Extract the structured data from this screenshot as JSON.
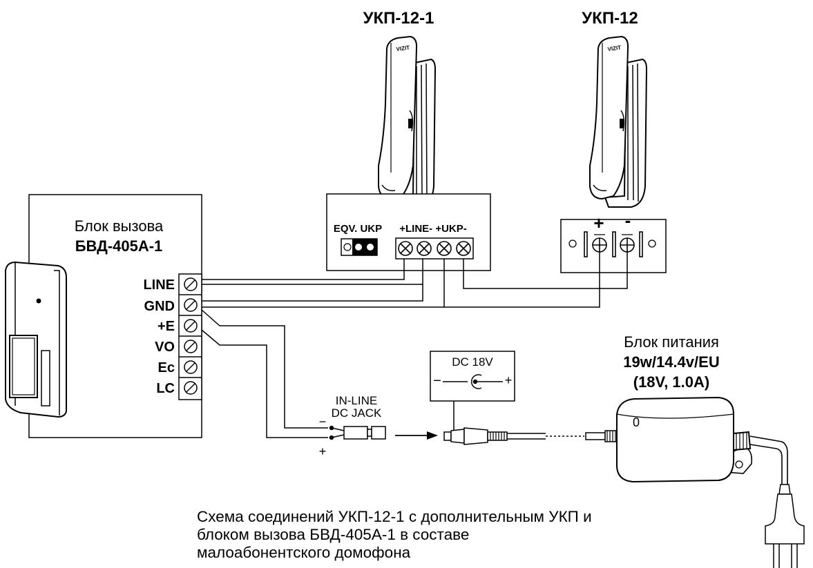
{
  "handsets": {
    "primary": {
      "title": "УКП-12-1",
      "brand": "VIZIT"
    },
    "secondary": {
      "title": "УКП-12",
      "brand": "VIZIT"
    }
  },
  "primary_board": {
    "jumper_label": "EQV. UKP",
    "terminal_label": "+LINE- +UKP-"
  },
  "secondary_board": {
    "plus": "+",
    "minus": "-"
  },
  "call_unit": {
    "title": "Блок вызова",
    "model": "БВД-405А-1",
    "terminals": [
      "LINE",
      "GND",
      "+E",
      "VO",
      "Ec",
      "LC"
    ]
  },
  "dc_jack": {
    "line1": "IN-LINE",
    "line2": "DC JACK",
    "minus": "−",
    "plus": "+"
  },
  "plug_label": {
    "title": "DC 18V",
    "minus": "−",
    "plus": "+"
  },
  "power_supply": {
    "title": "Блок питания",
    "model": "19w/14.4v/EU",
    "rating": "(18V, 1.0A)",
    "indicator": "0"
  },
  "caption": {
    "line1": "Схема соединений УКП-12-1 с дополнительным УКП и",
    "line2": "блоком вызова БВД-405А-1 в составе",
    "line3": "малоабонентского домофона"
  }
}
